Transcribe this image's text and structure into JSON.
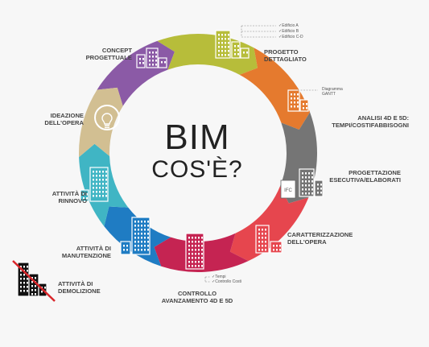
{
  "center": {
    "title": "BIM",
    "subtitle": "COS'È?"
  },
  "segments": [
    {
      "label_lines": [
        "CONCEPT",
        "PROGETTUALE"
      ],
      "color": "#8b5aa6"
    },
    {
      "label_lines": [
        "PROGETTO",
        "DETTAGLIATO"
      ],
      "color": "#b7bd3a"
    },
    {
      "label_lines": [
        "ANALISI 4D E 5D:",
        "TEMPI/COSTIFABBISOGNI"
      ],
      "color": "#e57a2e"
    },
    {
      "label_lines": [
        "PROGETTAZIONE",
        "ESECUTIVA/ELABORATI"
      ],
      "color": "#757575"
    },
    {
      "label_lines": [
        "CARATTERIZZAZIONE",
        "DELL'OPERA"
      ],
      "color": "#e6464e"
    },
    {
      "label_lines": [
        "CONTROLLO",
        "AVANZAMENTO 4D E 5D"
      ],
      "color": "#c52452"
    },
    {
      "label_lines": [
        "ATTIVITÀ DI",
        "MANUTENZIONE"
      ],
      "color": "#1f7cc3"
    },
    {
      "label_lines": [
        "ATTIVITÀ DI",
        "RINNOVO"
      ],
      "color": "#40b5c4"
    },
    {
      "label_lines": [
        "IDEAZIONE",
        "DELL'OPERA"
      ],
      "color": "#d2bf92"
    }
  ],
  "demolition": {
    "label_lines": [
      "ATTIVITÀ DI",
      "DEMOLIZIONE"
    ]
  },
  "notes": {
    "buildings": [
      "Edificio A",
      "Edificio B",
      "Edificio C-D"
    ],
    "gantt": [
      "Diagramma",
      "GANTT"
    ],
    "control": [
      "Tempi",
      "Controllo Costi"
    ],
    "ifc": "IFC"
  }
}
